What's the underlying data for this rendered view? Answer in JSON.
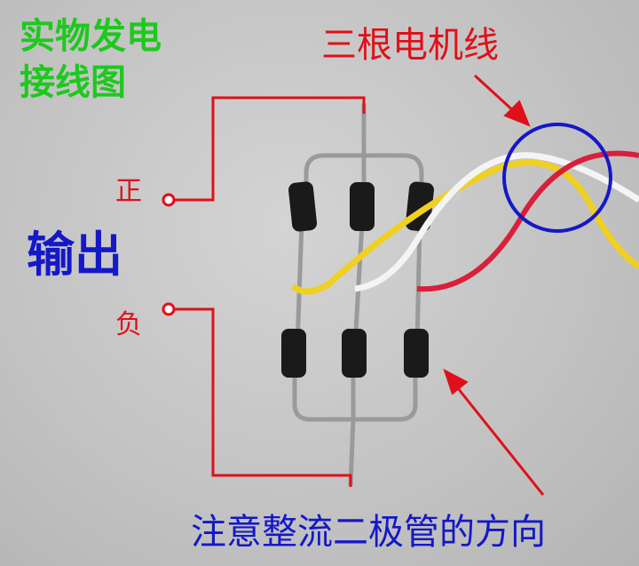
{
  "title": {
    "line1": "实物发电",
    "line2": "接线图"
  },
  "labels": {
    "motor_wires": "三根电机线",
    "positive": "正",
    "negative": "负",
    "output": "输出",
    "note": "注意整流二极管的方向"
  },
  "colors": {
    "title": "#1ec81e",
    "annotation_red": "#e0101a",
    "annotation_blue": "#1418c8"
  }
}
